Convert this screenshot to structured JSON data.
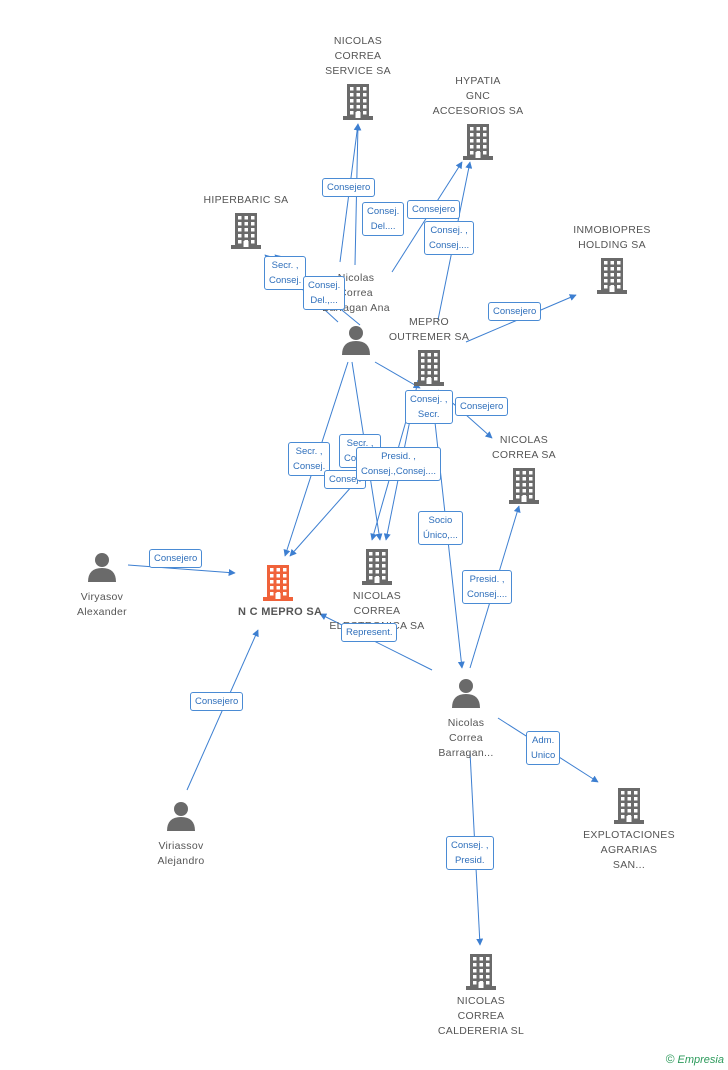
{
  "colors": {
    "edge": "#3d7fd1",
    "building": "#6a6a6a",
    "main": "#f0623a",
    "person": "#6a6a6a"
  },
  "nodes": {
    "ncmepro": {
      "name": "N C MEPRO SA"
    },
    "ncservice": {
      "name": [
        "NICOLAS",
        "CORREA",
        "SERVICE SA"
      ]
    },
    "hypatia": {
      "name": [
        "HYPATIA",
        "GNC",
        "ACCESORIOS SA"
      ]
    },
    "hiperbaric": {
      "name": [
        "HIPERBARIC SA"
      ]
    },
    "inmobiopres": {
      "name": [
        "INMOBIOPRES",
        "HOLDING SA"
      ]
    },
    "mepro_outremer": {
      "name": [
        "MEPRO",
        "OUTREMER SA"
      ]
    },
    "ncsa": {
      "name": [
        "NICOLAS",
        "CORREA SA"
      ]
    },
    "nc_el": {
      "name": [
        "NICOLAS",
        "CORREA",
        "ELECTRONICA SA"
      ]
    },
    "explotaciones": {
      "name": [
        "EXPLOTACIONES",
        "AGRARIAS",
        "SAN..."
      ]
    },
    "caldereria": {
      "name": [
        "NICOLAS",
        "CORREA",
        "CALDERERIA SL"
      ]
    },
    "ncb_ana": {
      "name": [
        "Nicolas",
        "Correa",
        "Barragan Ana"
      ]
    },
    "ncb2": {
      "name": [
        "Nicolas",
        "Correa",
        "Barragan..."
      ]
    },
    "viryasov": {
      "name": [
        "Viryasov",
        "Alexander"
      ]
    },
    "viriassov": {
      "name": [
        "Viriassov",
        "Alejandro"
      ]
    }
  },
  "edges": [
    {
      "label": [
        "Consejero"
      ]
    },
    {
      "label": [
        "Consej.",
        "Del...."
      ]
    },
    {
      "label": [
        "Consejero"
      ]
    },
    {
      "label": [
        "Consej. ,",
        "Consej...."
      ]
    },
    {
      "label": [
        "Secr. ,",
        "Consej."
      ]
    },
    {
      "label": [
        "Consej.",
        "Del.,..."
      ]
    },
    {
      "label": [
        "Consejero"
      ]
    },
    {
      "label": [
        "Consej. ,",
        "Secr."
      ]
    },
    {
      "label": [
        "Consejero"
      ]
    },
    {
      "label": [
        "Secr. ,",
        "Consej."
      ]
    },
    {
      "label": [
        "Secr. ,",
        "Consej."
      ]
    },
    {
      "label": [
        "Consej."
      ]
    },
    {
      "label": [
        "Presid. ,",
        "Consej.,Consej...."
      ]
    },
    {
      "label": [
        "Socio",
        "Único,..."
      ]
    },
    {
      "label": [
        "Presid. ,",
        "Consej...."
      ]
    },
    {
      "label": [
        "Represent."
      ]
    },
    {
      "label": [
        "Consejero"
      ]
    },
    {
      "label": [
        "Consejero"
      ]
    },
    {
      "label": [
        "Adm.",
        "Unico"
      ]
    },
    {
      "label": [
        "Consej. ,",
        "Presid."
      ]
    }
  ],
  "credit": {
    "symbol": "©",
    "brand": "Empresia"
  }
}
